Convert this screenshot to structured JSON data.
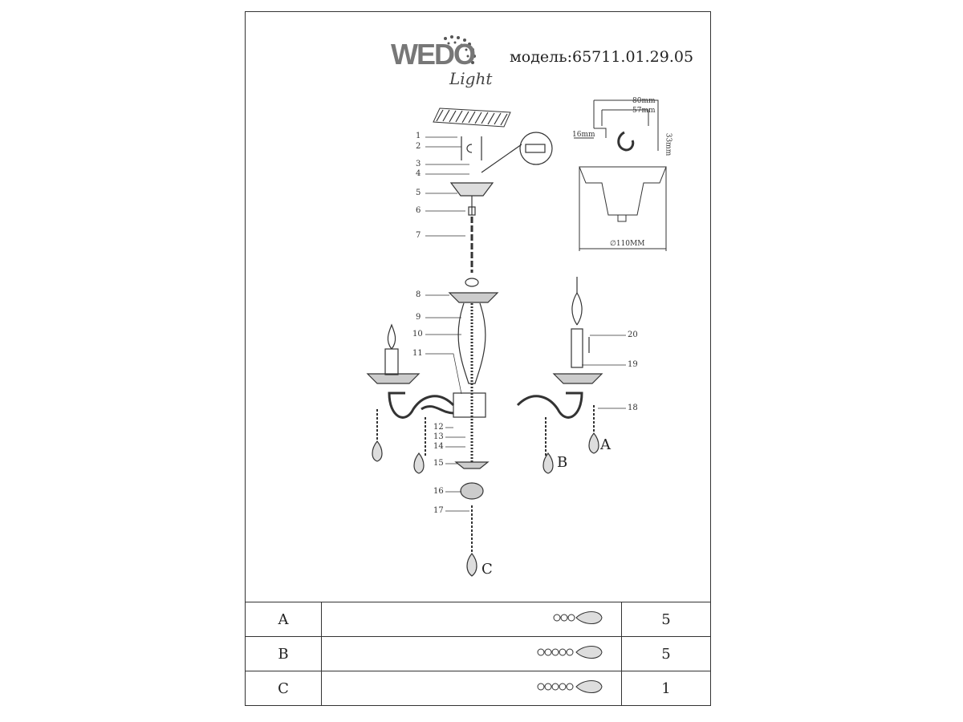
{
  "brand": {
    "name": "WEDO",
    "sub": "Light"
  },
  "model_label": "модель:65711.01.29.05",
  "dimensions": {
    "width_outer": "80mm",
    "width_inner": "57mm",
    "side": "16mm",
    "height": "33mm",
    "diameter": "∅110MM"
  },
  "part_numbers": [
    "1",
    "2",
    "3",
    "4",
    "5",
    "6",
    "7",
    "8",
    "9",
    "10",
    "11",
    "12",
    "13",
    "14",
    "15",
    "16",
    "17",
    "18",
    "19",
    "20"
  ],
  "crystal_letters": [
    "A",
    "B",
    "C"
  ],
  "table": {
    "rows": [
      {
        "type": "A",
        "quantity": "5",
        "beads": 3
      },
      {
        "type": "B",
        "quantity": "5",
        "beads": 5
      },
      {
        "type": "C",
        "quantity": "1",
        "beads": 5
      }
    ]
  }
}
